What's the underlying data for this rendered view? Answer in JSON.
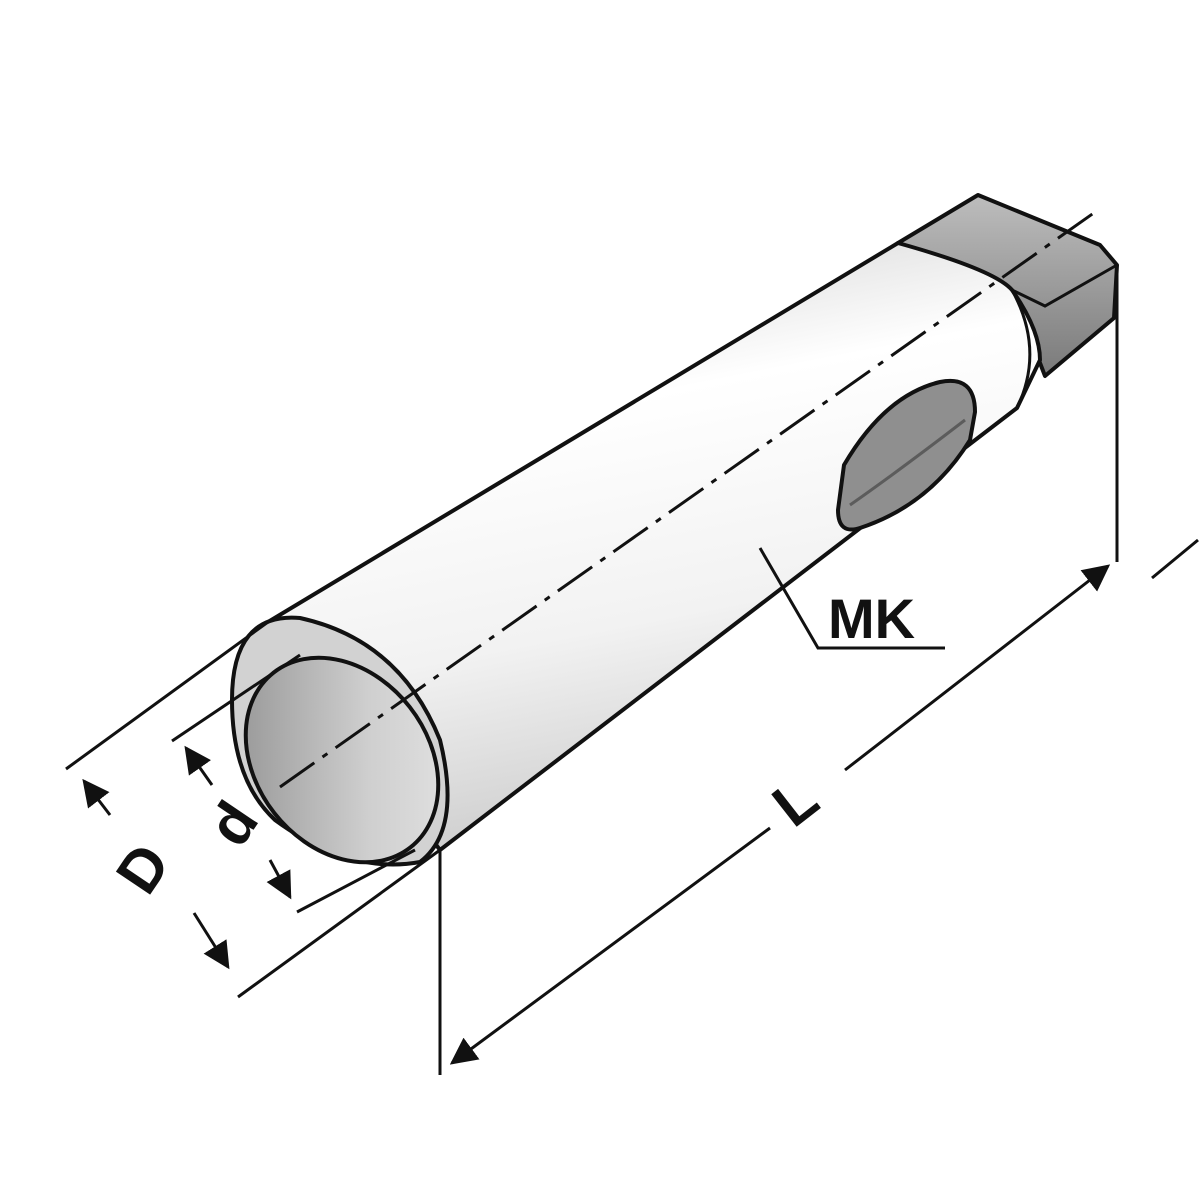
{
  "labels": {
    "outer_diameter": "D",
    "inner_diameter": "d",
    "length": "L",
    "taper": "MK"
  },
  "colors": {
    "outline": "#111111",
    "body_fill": "#e9e9e9",
    "body_highlight": "#ffffff",
    "bore_fill": "#bdbdbd",
    "tang_fill": "#9a9a9a",
    "slot_fill": "#8f8f8f",
    "background": "#ffffff"
  }
}
